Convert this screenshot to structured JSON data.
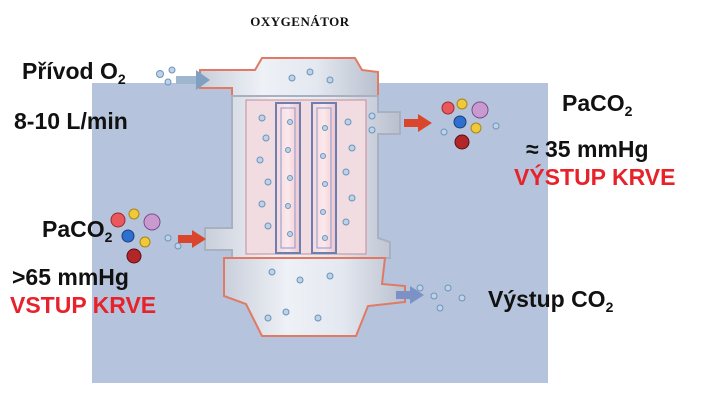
{
  "title": "OXYGENÁTOR",
  "inlet_o2": {
    "label": "Přívod O",
    "sub": "2",
    "flow": "8-10 L/min"
  },
  "outlet_blood": {
    "label": "PaCO",
    "sub": "2",
    "value": "≈ 35 mmHg",
    "name": "VÝSTUP KRVE"
  },
  "inlet_blood": {
    "label": "PaCO",
    "sub": "2",
    "value": ">65 mmHg",
    "name": "VSTUP KRVE"
  },
  "outlet_co2": {
    "label": "Výstup CO",
    "sub": "2"
  },
  "colors": {
    "background_panel": "#b5c4dc",
    "housing": "#d7dde8",
    "fiber": "#f3cfd6",
    "arrow_red": "#d9462c",
    "arrow_blue": "#7c92c6",
    "label_red": "#e8222a"
  }
}
